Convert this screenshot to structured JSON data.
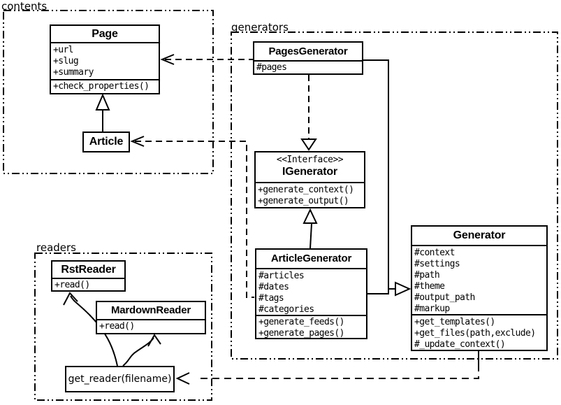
{
  "packages": {
    "contents": {
      "label": "contents"
    },
    "generators": {
      "label": "generators"
    },
    "readers": {
      "label": "readers"
    }
  },
  "classes": {
    "page": {
      "name": "Page",
      "attributes": [
        "+url",
        "+slug",
        "+summary"
      ],
      "methods": [
        "+check_properties()"
      ]
    },
    "article": {
      "name": "Article"
    },
    "pages_generator": {
      "name": "PagesGenerator",
      "attributes": [
        "#pages"
      ]
    },
    "igenerator": {
      "stereotype": "<<Interface>>",
      "name": "IGenerator",
      "methods": [
        "+generate_context()",
        "+generate_output()"
      ]
    },
    "article_generator": {
      "name": "ArticleGenerator",
      "attributes": [
        "#articles",
        "#dates",
        "#tags",
        "#categories"
      ],
      "methods": [
        "+generate_feeds()",
        "+generate_pages()"
      ]
    },
    "generator": {
      "name": "Generator",
      "attributes": [
        "#context",
        "#settings",
        "#path",
        "#theme",
        "#output_path",
        "#markup"
      ],
      "methods": [
        "+get_templates()",
        "+get_files(path,exclude)",
        "#_update_context()"
      ]
    },
    "rst_reader": {
      "name": "RstReader",
      "methods": [
        "+read()"
      ]
    },
    "mardown_reader": {
      "name": "MardownReader",
      "methods": [
        "+read()"
      ]
    },
    "get_reader": {
      "label": "get_reader(filename)"
    }
  },
  "colors": {
    "line": "#000000",
    "background": "#ffffff",
    "box_fill": "#ffffff"
  },
  "relations": {
    "article_extends_page": "generalization",
    "pages_generator_uses_page": "dependency",
    "article_generator_uses_article": "dependency",
    "pages_generator_realizes_igenerator": "realization",
    "article_generator_realizes_igenerator": "realization",
    "generators_extend_generator": "generalization",
    "generator_uses_get_reader": "dependency",
    "get_reader_returns_rst_reader": "flow",
    "get_reader_returns_mardown_reader": "flow"
  }
}
